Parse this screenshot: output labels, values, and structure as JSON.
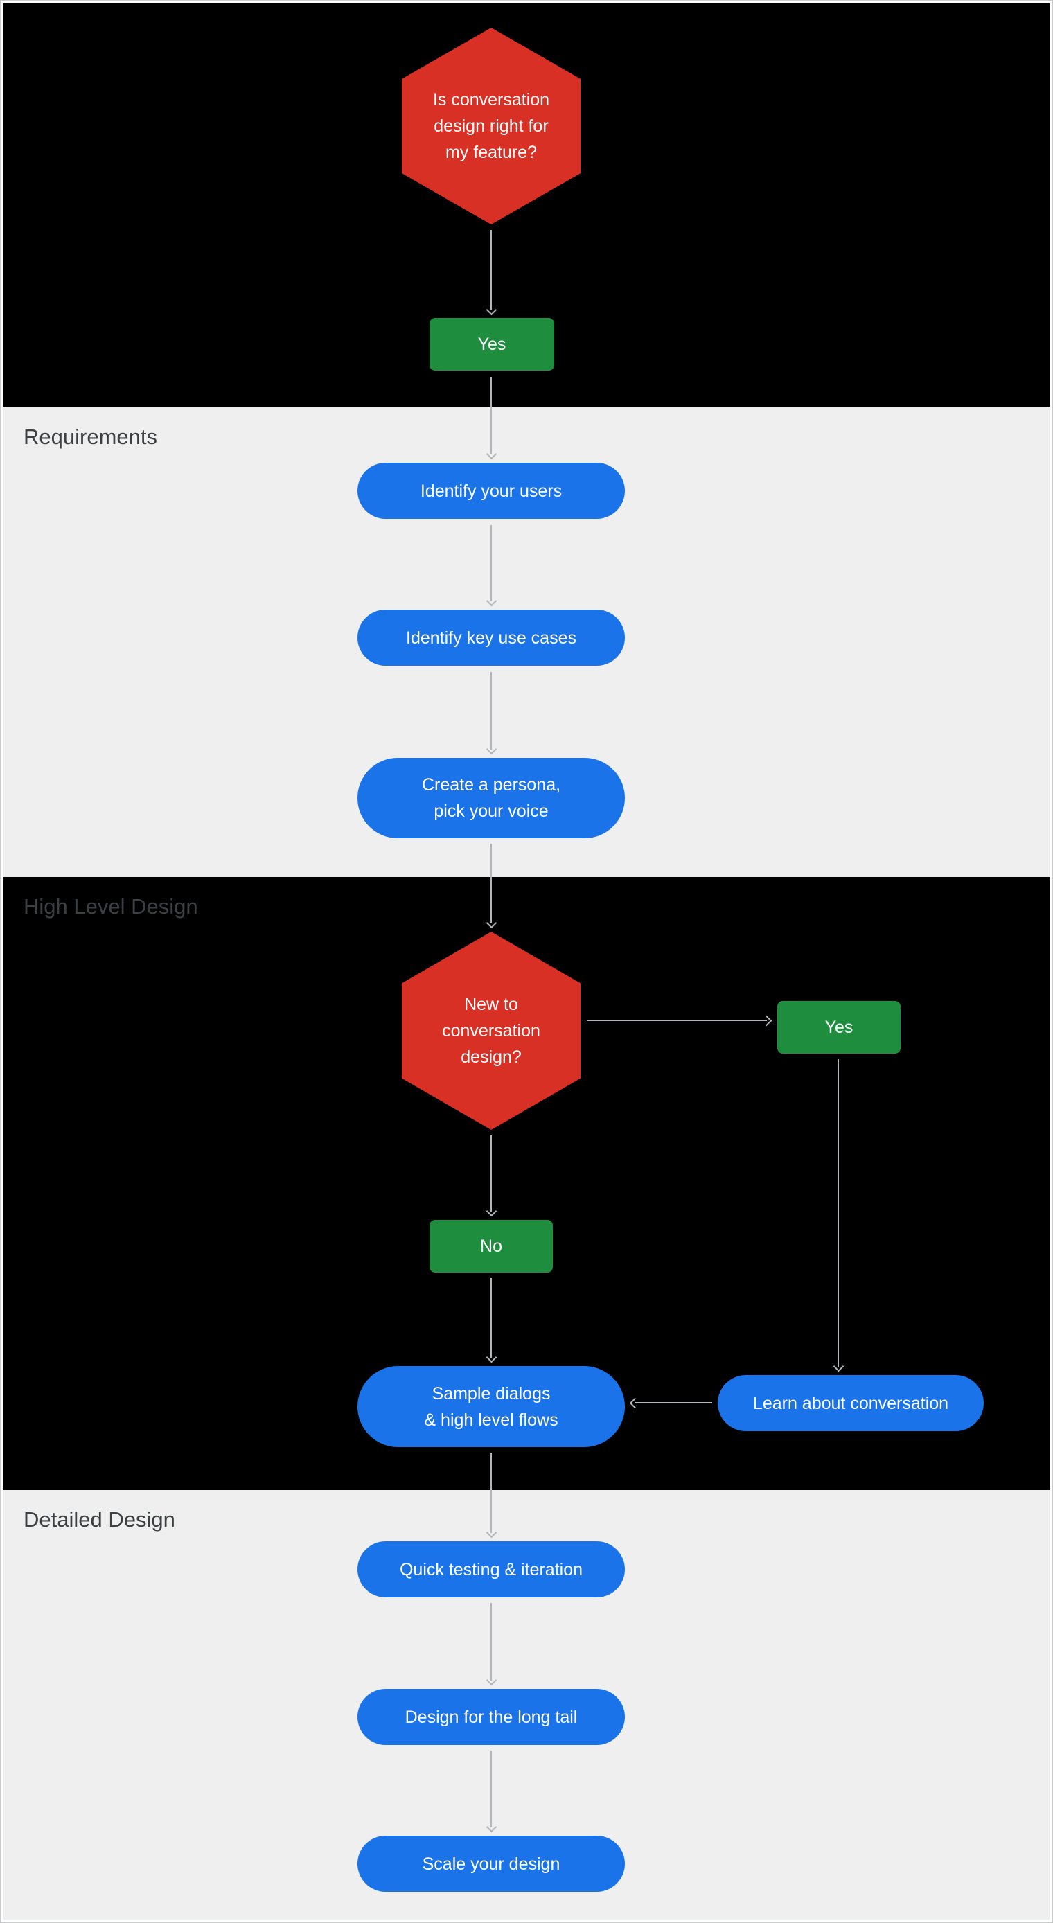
{
  "colors": {
    "red": "#d93025",
    "green": "#1e8e3e",
    "blue": "#1a73e8",
    "dark_bg": "#000000",
    "light_bg": "#efefef",
    "section_label": "#3c4043",
    "arrow": "#b2b6ba",
    "node_text": "#ffffff"
  },
  "sections": {
    "requirements": {
      "label": "Requirements"
    },
    "high_level_design": {
      "label": "High Level Design"
    },
    "detailed_design": {
      "label": "Detailed Design"
    }
  },
  "nodes": {
    "decision_start": "Is conversation\ndesign right for\nmy feature?",
    "yes_start": "Yes",
    "identify_users": "Identify your users",
    "identify_use_cases": "Identify key use cases",
    "create_persona": "Create a persona,\npick your voice",
    "decision_new": "New to\nconversation\ndesign?",
    "yes_new": "Yes",
    "no_new": "No",
    "sample_dialogs": "Sample dialogs\n& high level flows",
    "learn_conversation": "Learn about conversation",
    "quick_testing": "Quick testing & iteration",
    "long_tail": "Design for the long tail",
    "scale_design": "Scale your design"
  }
}
